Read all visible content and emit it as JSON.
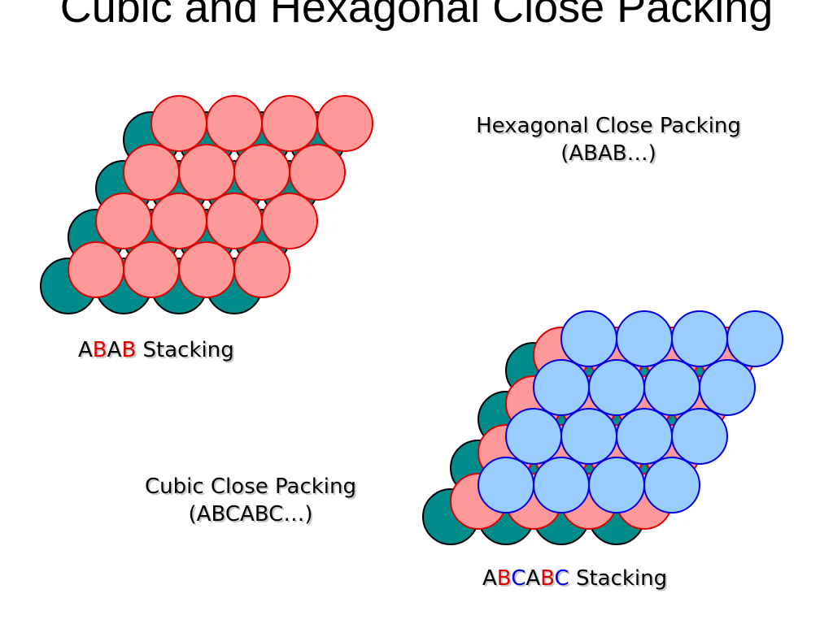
{
  "title": "Cubic and Hexagonal Close Packing",
  "hcp": {
    "caption_line1": "Hexagonal Close Packing",
    "caption_line2": "(ABAB…)",
    "stacking": {
      "letters": [
        "A",
        "B",
        "A",
        "B"
      ],
      "word": "Stacking"
    },
    "layer_colors": {
      "A": "#008B8B",
      "B": "#FF9999"
    }
  },
  "ccp": {
    "caption_line1": "Cubic Close Packing",
    "caption_line2": "(ABCABC…)",
    "stacking": {
      "letters": [
        "A",
        "B",
        "C",
        "A",
        "B",
        "C"
      ],
      "word": "Stacking"
    },
    "layer_colors": {
      "A": "#008B8B",
      "B": "#FF9999",
      "C": "#99CCFF"
    }
  },
  "letter_colors": {
    "A": "#000000",
    "B": "#E00000",
    "C": "#0000E0"
  },
  "outline_colors": {
    "A": "#000000",
    "B": "#E00000",
    "C": "#0000E0"
  }
}
